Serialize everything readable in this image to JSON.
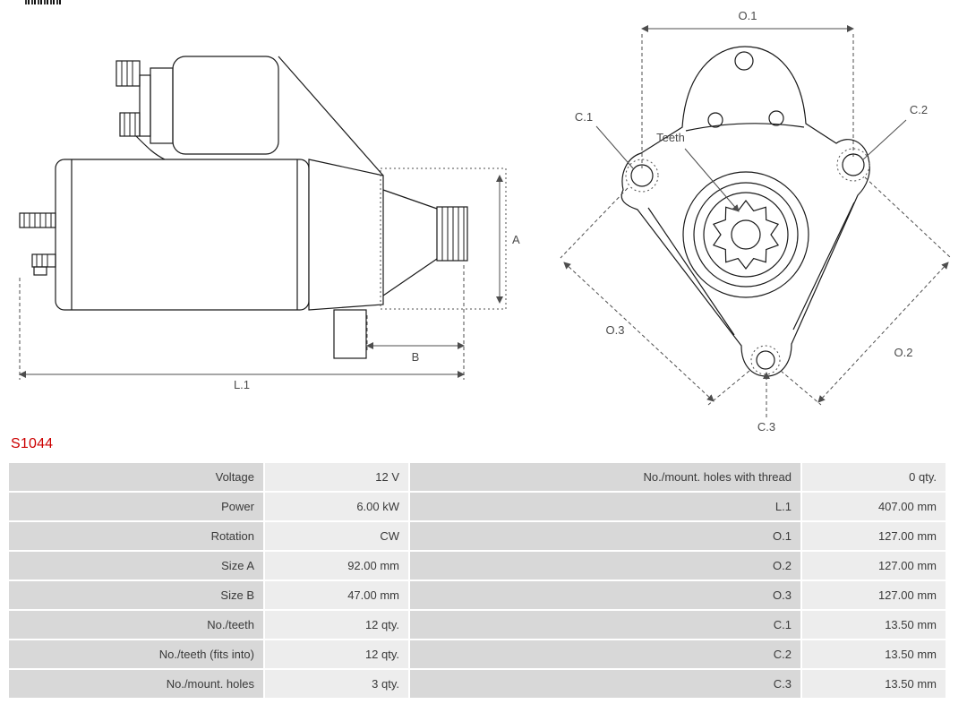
{
  "part_number": "S1044",
  "colors": {
    "part_number": "#cc0000",
    "table_label_bg": "#d8d8d8",
    "table_value_bg": "#ededed",
    "drawing_line": "#1a1a1a",
    "dimension_line": "#4d4d4d"
  },
  "diagram": {
    "side_view": {
      "dim_a": "A",
      "dim_b": "B",
      "dim_l1": "L.1"
    },
    "front_view": {
      "dim_o1": "O.1",
      "dim_o2": "O.2",
      "dim_o3": "O.3",
      "dim_c1": "C.1",
      "dim_c2": "C.2",
      "dim_c3": "C.3",
      "teeth": "Teeth"
    }
  },
  "table": {
    "rows": [
      {
        "left_label": "Voltage",
        "left_value": "12 V",
        "right_label": "No./mount. holes with thread",
        "right_value": "0 qty."
      },
      {
        "left_label": "Power",
        "left_value": "6.00 kW",
        "right_label": "L.1",
        "right_value": "407.00 mm"
      },
      {
        "left_label": "Rotation",
        "left_value": "CW",
        "right_label": "O.1",
        "right_value": "127.00 mm"
      },
      {
        "left_label": "Size A",
        "left_value": "92.00 mm",
        "right_label": "O.2",
        "right_value": "127.00 mm"
      },
      {
        "left_label": "Size B",
        "left_value": "47.00 mm",
        "right_label": "O.3",
        "right_value": "127.00 mm"
      },
      {
        "left_label": "No./teeth",
        "left_value": "12 qty.",
        "right_label": "C.1",
        "right_value": "13.50 mm"
      },
      {
        "left_label": "No./teeth (fits into)",
        "left_value": "12 qty.",
        "right_label": "C.2",
        "right_value": "13.50 mm"
      },
      {
        "left_label": "No./mount. holes",
        "left_value": "3 qty.",
        "right_label": "C.3",
        "right_value": "13.50 mm"
      }
    ]
  }
}
